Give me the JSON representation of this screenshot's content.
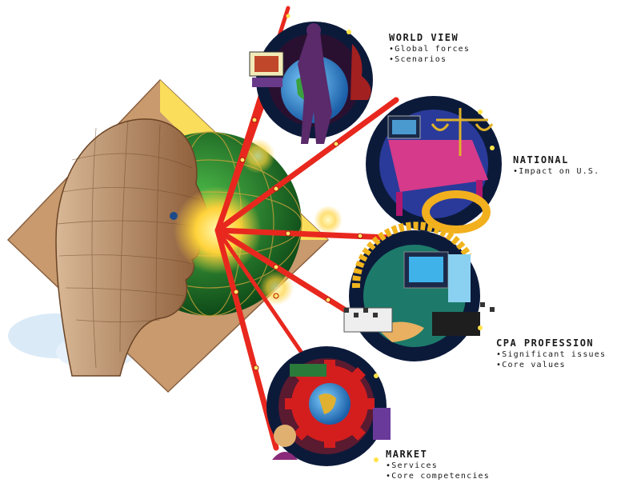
{
  "nodes": [
    {
      "key": "world-view",
      "title": "WORLD VIEW",
      "items": [
        "Global forces",
        "Scenarios"
      ]
    },
    {
      "key": "national",
      "title": "NATIONAL",
      "items": [
        "Impact on U.S."
      ]
    },
    {
      "key": "cpa-profession",
      "title": "CPA PROFESSION",
      "items": [
        "Significant issues",
        "Core values"
      ]
    },
    {
      "key": "market",
      "title": "MARKET",
      "items": [
        "Services",
        "Core competencies"
      ]
    }
  ],
  "colors": {
    "face": "#a8724a",
    "globe": "#1f6e2c",
    "beam": "#e8281e",
    "glow": "#ffe34a",
    "ring": "#0c1a3a"
  }
}
